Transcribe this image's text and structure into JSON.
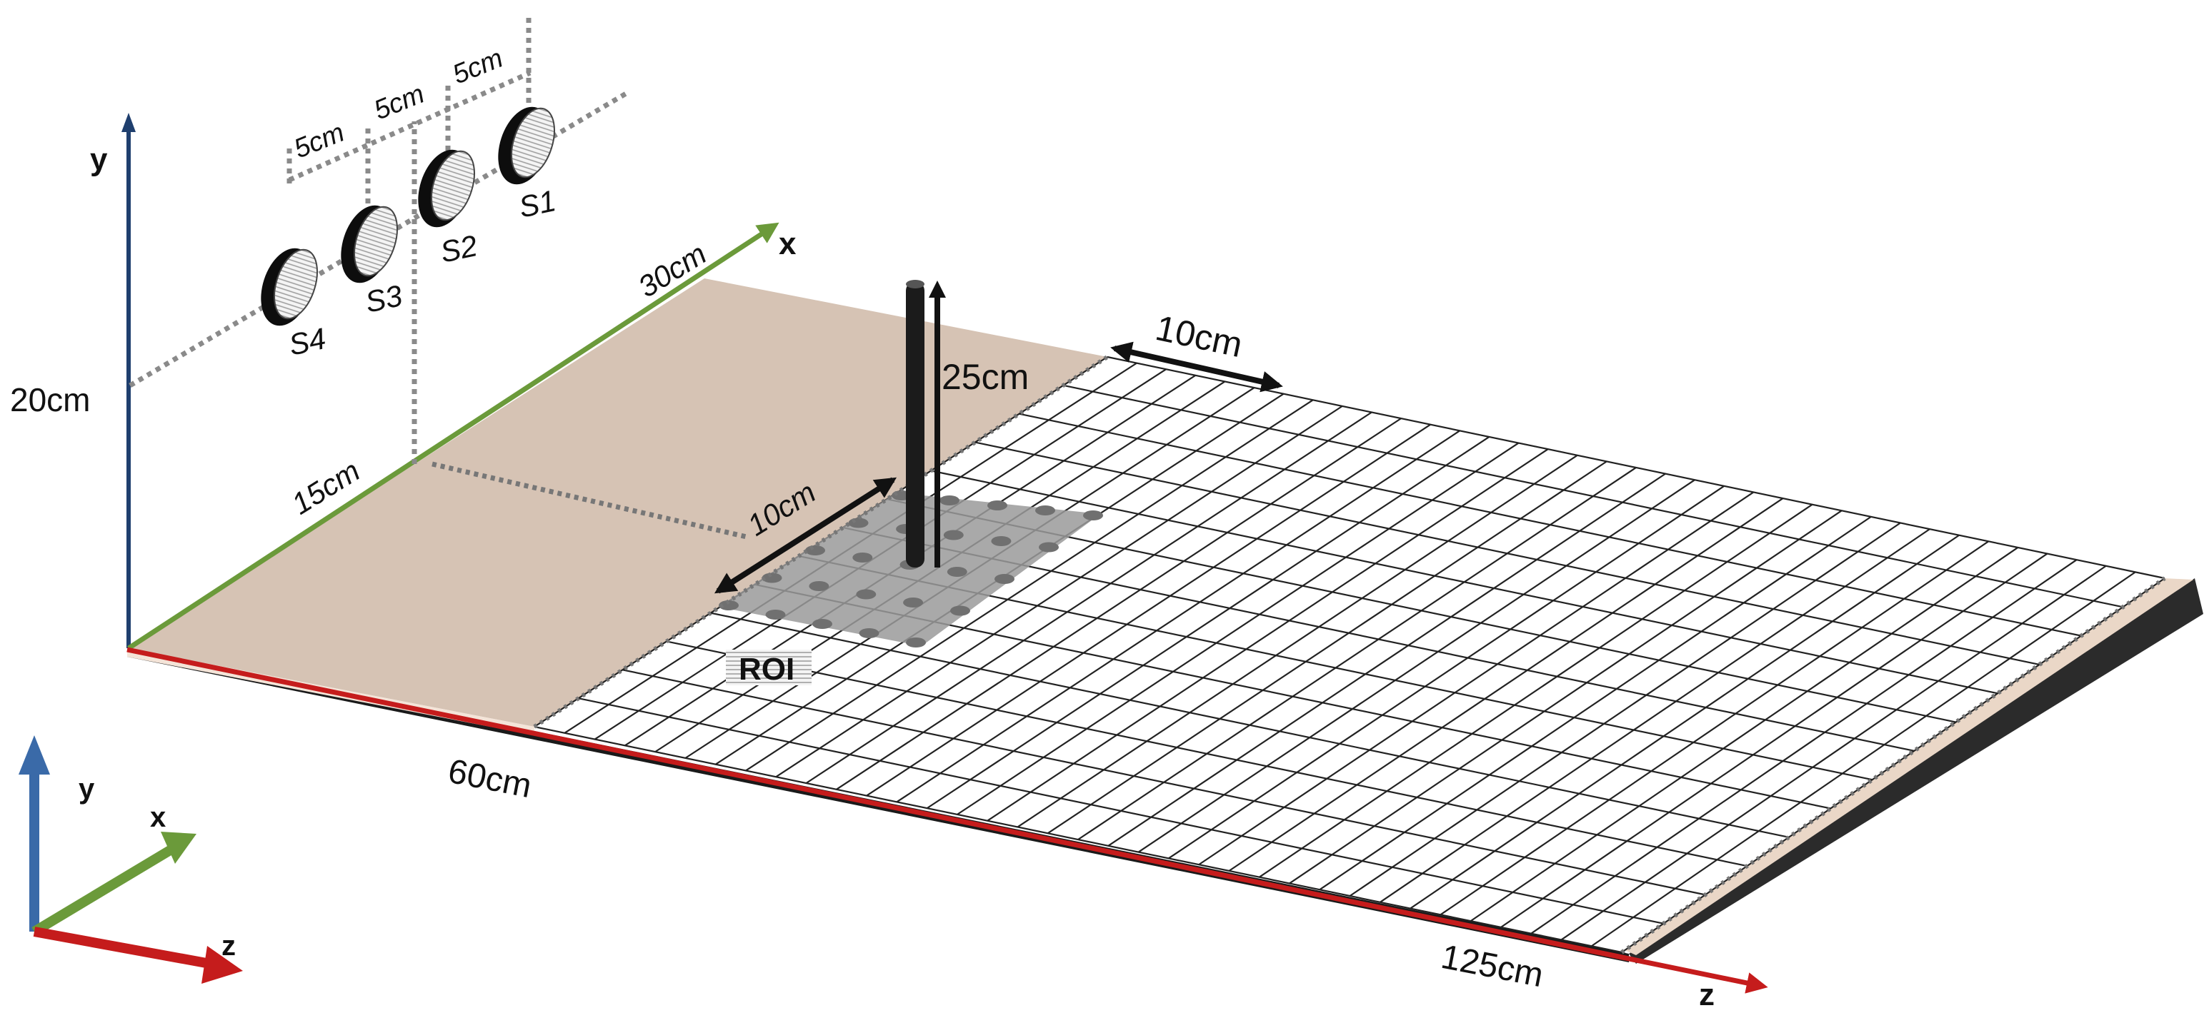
{
  "axes": {
    "y": "y",
    "x": "x",
    "z": "z"
  },
  "triad": {
    "y": "y",
    "x": "x",
    "z": "z"
  },
  "dimensions": {
    "height": "20cm",
    "x_total": "30cm",
    "x_half": "15cm",
    "z_total": "60cm",
    "z_grid": "125cm",
    "pole_height": "25cm",
    "roi_x": "10cm",
    "grid_cell": "10cm",
    "sensor_spacing_1": "5cm",
    "sensor_spacing_2": "5cm",
    "sensor_spacing_3": "5cm"
  },
  "sensors": [
    "S1",
    "S2",
    "S3",
    "S4"
  ],
  "roi": {
    "label": "ROI"
  },
  "colors": {
    "y_axis": "#1f3f6e",
    "x_axis": "#6b9a3a",
    "z_axis": "#c51c1c",
    "sand": "#d6c3b4",
    "roi": "#9a9a9a",
    "grid": "#222222"
  }
}
